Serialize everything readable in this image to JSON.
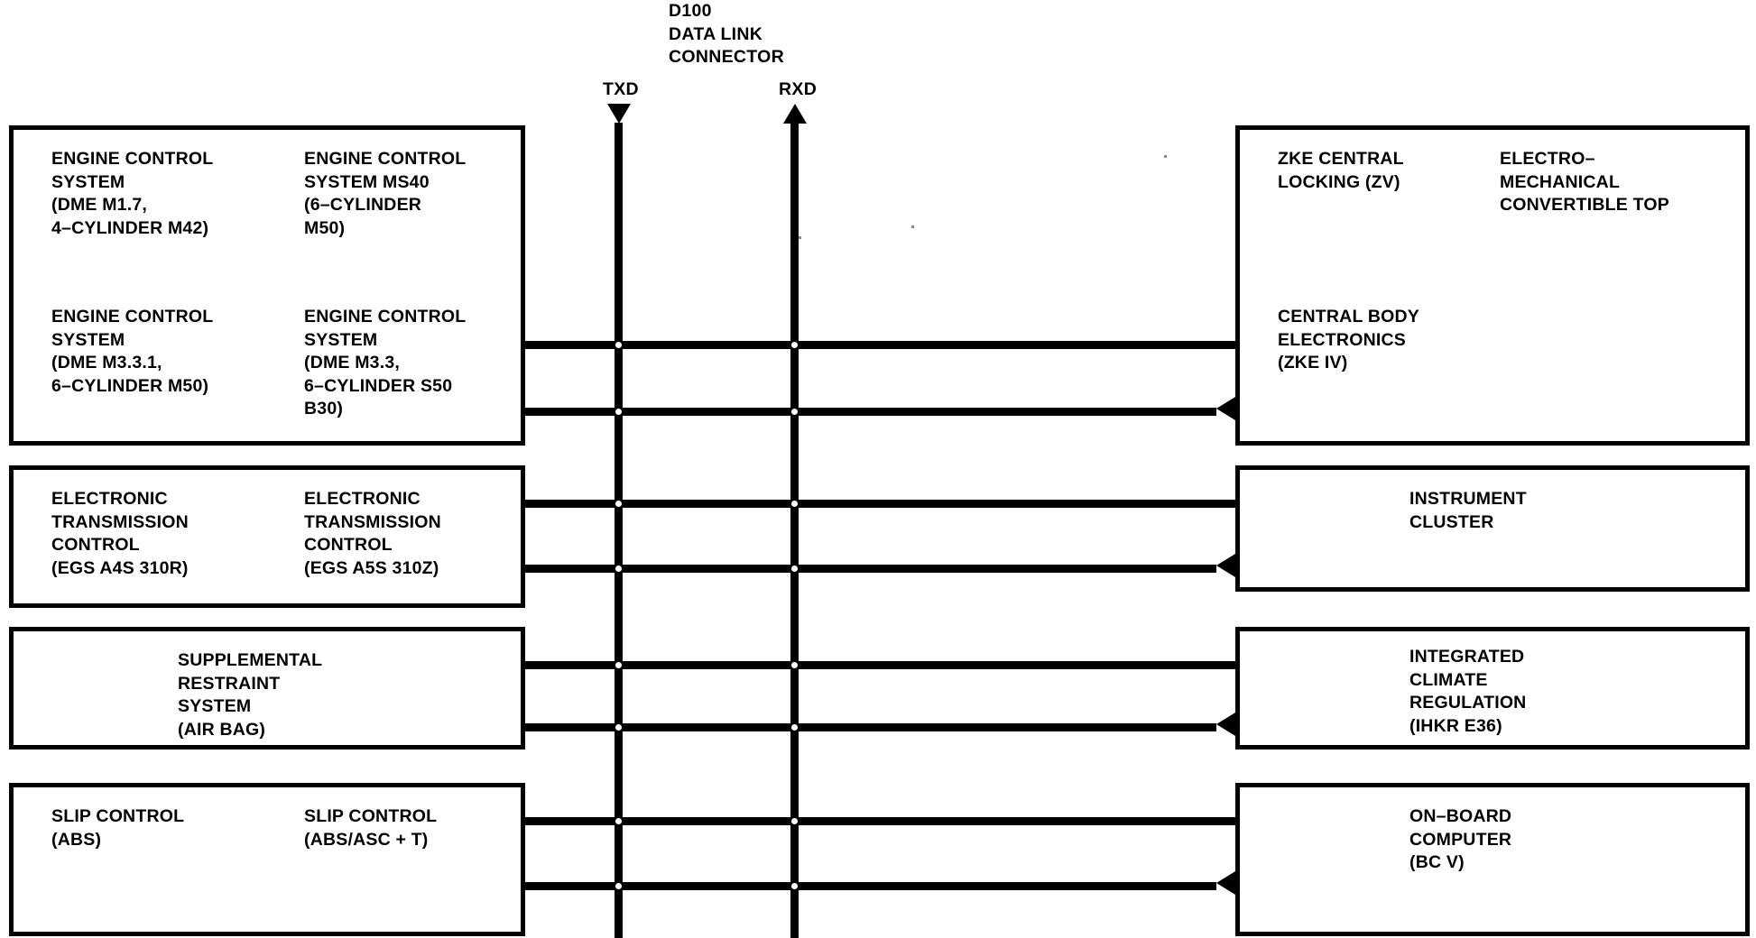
{
  "diagram": {
    "title": "D100 Data Link Connector Bus Architecture",
    "connector": {
      "label": "D100\nDATA LINK\nCONNECTOR"
    },
    "bus_lines": [
      {
        "name": "TXD",
        "label": "TXD",
        "direction": "down"
      },
      {
        "name": "RXD",
        "label": "RXD",
        "direction": "up"
      }
    ],
    "left_modules": [
      {
        "id": "engine-control",
        "col1": "ENGINE CONTROL\nSYSTEM\n(DME M1.7,\n4–CYLINDER M42)",
        "col2": "ENGINE CONTROL\nSYSTEM MS40\n(6–CYLINDER\nM50)",
        "col1b": "ENGINE CONTROL\nSYSTEM\n(DME M3.3.1,\n6–CYLINDER M50)",
        "col2b": "ENGINE CONTROL\nSYSTEM\n(DME M3.3,\n6–CYLINDER S50\n  B30)"
      },
      {
        "id": "transmission-control",
        "col1": "ELECTRONIC\nTRANSMISSION\nCONTROL\n(EGS A4S 310R)",
        "col2": "ELECTRONIC\nTRANSMISSION\nCONTROL\n(EGS A5S 310Z)"
      },
      {
        "id": "supplemental-restraint",
        "col1": "",
        "col2": "SUPPLEMENTAL\nRESTRAINT\nSYSTEM\n(AIR BAG)"
      },
      {
        "id": "slip-control",
        "col1": "SLIP CONTROL\n(ABS)",
        "col2": "SLIP CONTROL\n(ABS/ASC + T)"
      }
    ],
    "right_modules": [
      {
        "id": "zke-central-locking",
        "col1": "ZKE CENTRAL\nLOCKING (ZV)",
        "col2": "ELECTRO–\nMECHANICAL\nCONVERTIBLE TOP",
        "col1b": "CENTRAL BODY\nELECTRONICS\n(ZKE IV)"
      },
      {
        "id": "instrument-cluster",
        "col1": "",
        "col2": "INSTRUMENT\nCLUSTER"
      },
      {
        "id": "climate-regulation",
        "col1": "",
        "col2": "INTEGRATED\nCLIMATE\nREGULATION\n(IHKR E36)"
      },
      {
        "id": "on-board-computer",
        "col1": "",
        "col2": "ON–BOARD\nCOMPUTER\n(BC V)"
      }
    ],
    "colors": {
      "line": "#000000",
      "background": "#ffffff",
      "text": "#000000"
    }
  }
}
